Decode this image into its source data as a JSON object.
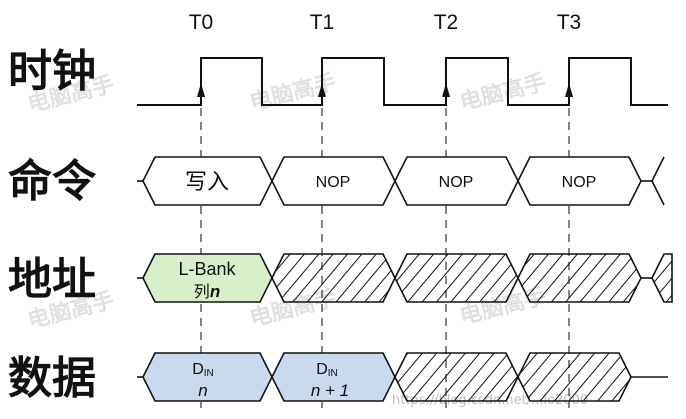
{
  "time_labels": [
    "T0",
    "T1",
    "T2",
    "T3"
  ],
  "rows": {
    "clock": "时钟",
    "command": "命令",
    "address": "地址",
    "data": "数据"
  },
  "command": {
    "write": "写入",
    "nop1": "NOP",
    "nop2": "NOP",
    "nop3": "NOP"
  },
  "address": {
    "line1": "L-Bank",
    "line2_prefix": "列",
    "line2_var": "n"
  },
  "data_bus": {
    "d1_label": "D",
    "d1_sub": "IN",
    "d1_value": "n",
    "d2_label": "D",
    "d2_sub": "IN",
    "d2_value": "n + 1"
  },
  "watermark": {
    "text": "电脑高手",
    "url": "https://blog.csdn.net/...lo2000"
  },
  "colors": {
    "address_fill": "#d8efc9",
    "data_fill": "#c9d9ee",
    "stroke": "#111111"
  }
}
